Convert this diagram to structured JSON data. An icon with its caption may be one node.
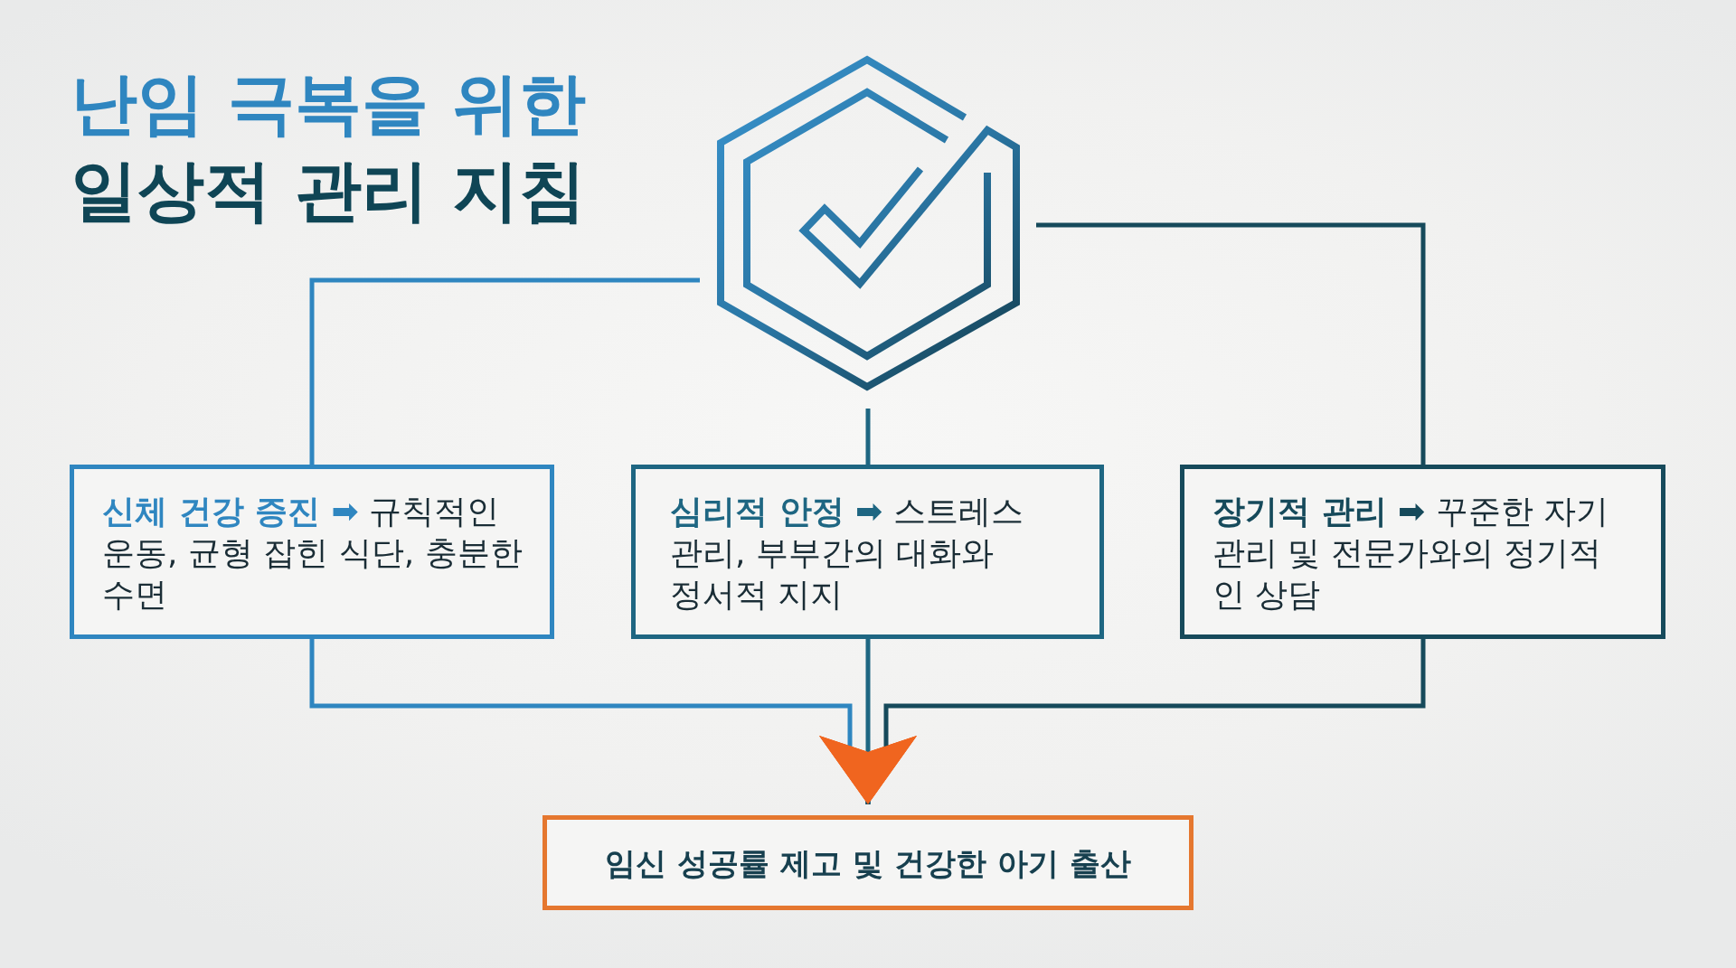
{
  "diagram": {
    "title": "난임 극복을 위한 일상적 관리 지침",
    "nodes": [
      {
        "text": [],
        "shape": "hexagon"
      },
      {
        "text": [
          "**신체 건강 증진 ➡** 규칙적인 운동, 균형 잡힌 식단, 충분한 수면"
        ]
      },
      {
        "text": [
          "**심리적 안정 ➡** 스트레스 관리, 부부간의 대화와 정서적 지지"
        ]
      },
      {
        "text": [
          "**장기적 관리 ➡** 꾸준한 자기 관리 및 전문가와의 정기적인 상담"
        ]
      },
      {
        "text": [
          "임신 성공률 제고 및 건강한 아기 출산"
        ]
      }
    ],
    "edges": [
      {
        "from": 0,
        "to": 1,
        "arrow": "none",
        "color": "#2f86c0"
      },
      {
        "from": 0,
        "to": 2,
        "arrow": "none",
        "color": "#1e6682"
      },
      {
        "from": 0,
        "to": 3,
        "arrow": "none",
        "color": "#164a5b"
      },
      {
        "from": 1,
        "to": 4,
        "arrow": "to",
        "color": "#2f86c0"
      },
      {
        "from": 2,
        "to": 4,
        "arrow": "to",
        "color": "#1e6682"
      },
      {
        "from": 3,
        "to": 4,
        "arrow": "to",
        "color": "#164a5b"
      }
    ]
  }
}
